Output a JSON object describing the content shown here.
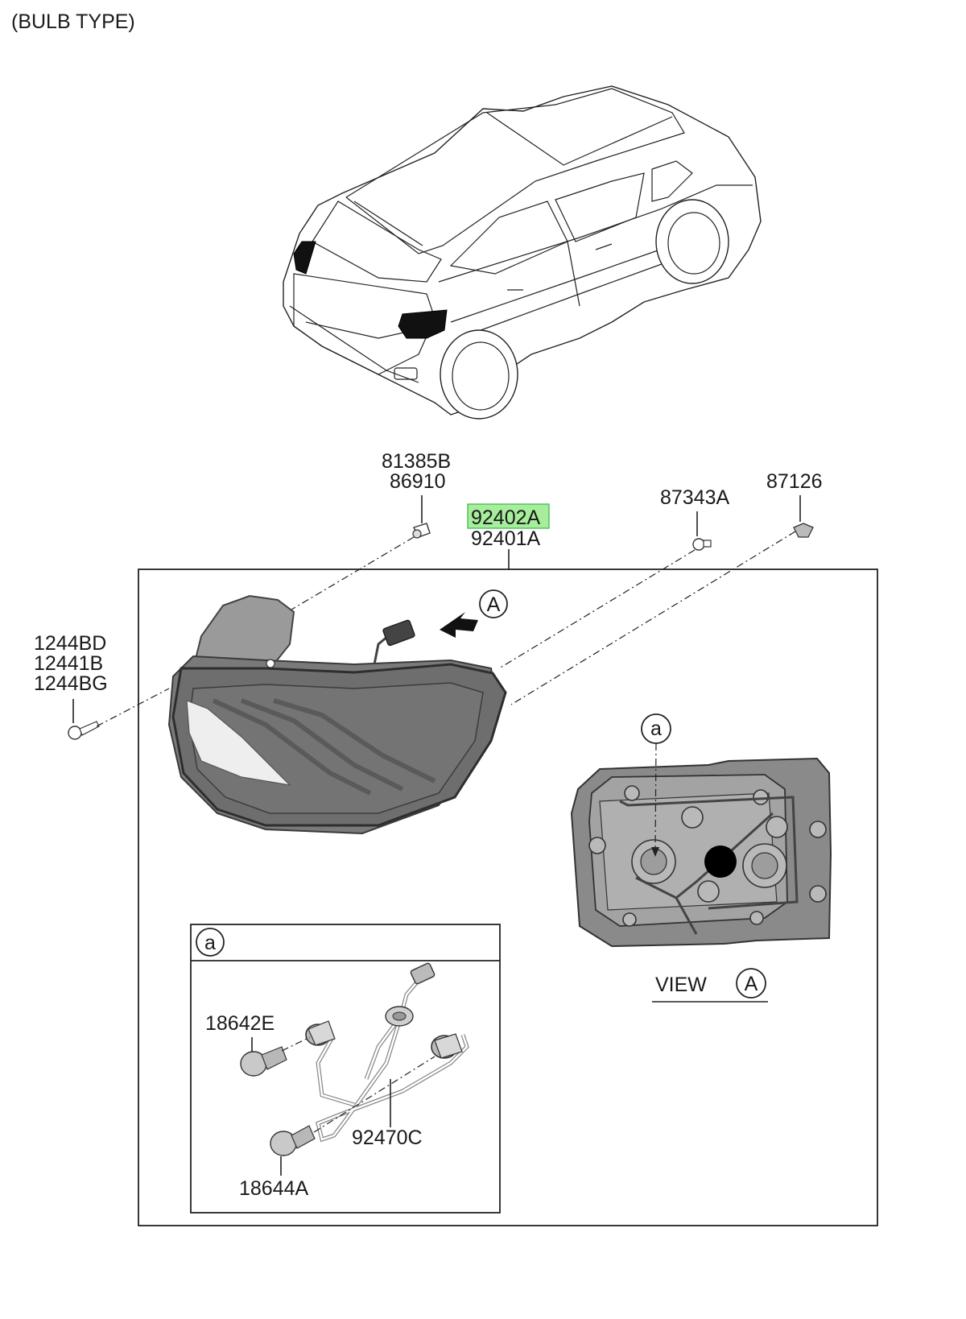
{
  "header": {
    "title": "(BULB TYPE)"
  },
  "part_labels": {
    "p81385B": "81385B",
    "p86910": "86910",
    "p92402A": "92402A",
    "p92401A": "92401A",
    "p87343A": "87343A",
    "p87126": "87126",
    "p1244BD": "1244BD",
    "p12441B": "12441B",
    "p1244BG": "1244BG",
    "p18642E": "18642E",
    "p92470C": "92470C",
    "p18644A": "18644A"
  },
  "callouts": {
    "view_arrow": "A",
    "detail_marker": "a",
    "detail_box_title": "a",
    "view_word": "VIEW",
    "view_letter": "A"
  },
  "highlight": {
    "part": "92402A",
    "color": "#a6ee9c"
  }
}
